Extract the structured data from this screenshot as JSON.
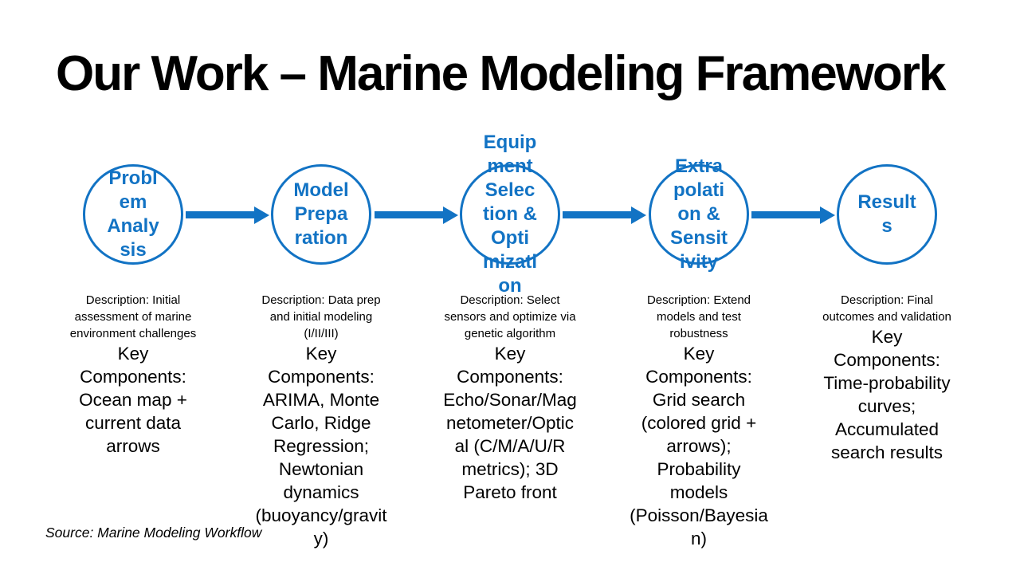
{
  "slide": {
    "title": "Our Work – Marine Modeling Framework",
    "source": "Source: Marine Modeling Workflow"
  },
  "colors": {
    "accent_blue": "#1273C4",
    "text": "#000000",
    "background": "#FFFFFF"
  },
  "flow": {
    "steps": [
      {
        "label": "Probl\nem\nAnaly\nsis",
        "description": "Description: Initial\nassessment of marine\nenvironment challenges",
        "key_components": "Key\nComponents:\nOcean map +\ncurrent data\narrows"
      },
      {
        "label": "Model\nPrepa\nration",
        "description": "Description: Data prep\nand initial modeling\n(I/II/III)",
        "key_components": "Key\nComponents:\nARIMA, Monte\nCarlo, Ridge\nRegression;\nNewtonian\ndynamics\n(buoyancy/gravit\ny)"
      },
      {
        "label": "Equip\nment\nSelec\ntion &\nOpti\nmizati\non",
        "description": "Description: Select\nsensors and optimize via\ngenetic algorithm",
        "key_components": "Key\nComponents:\nEcho/Sonar/Mag\nnetometer/Optic\nal (C/M/A/U/R\nmetrics); 3D\nPareto front"
      },
      {
        "label": "Extra\npolati\non &\nSensit\nivity",
        "description": "Description: Extend\nmodels and test\nrobustness",
        "key_components": "Key\nComponents:\nGrid search\n(colored grid +\narrows);\nProbability\nmodels\n(Poisson/Bayesia\nn)"
      },
      {
        "label": "Result\ns",
        "description": "Description: Final\noutcomes and validation",
        "key_components": "Key\nComponents:\nTime-probability\ncurves;\nAccumulated\nsearch results"
      }
    ]
  }
}
